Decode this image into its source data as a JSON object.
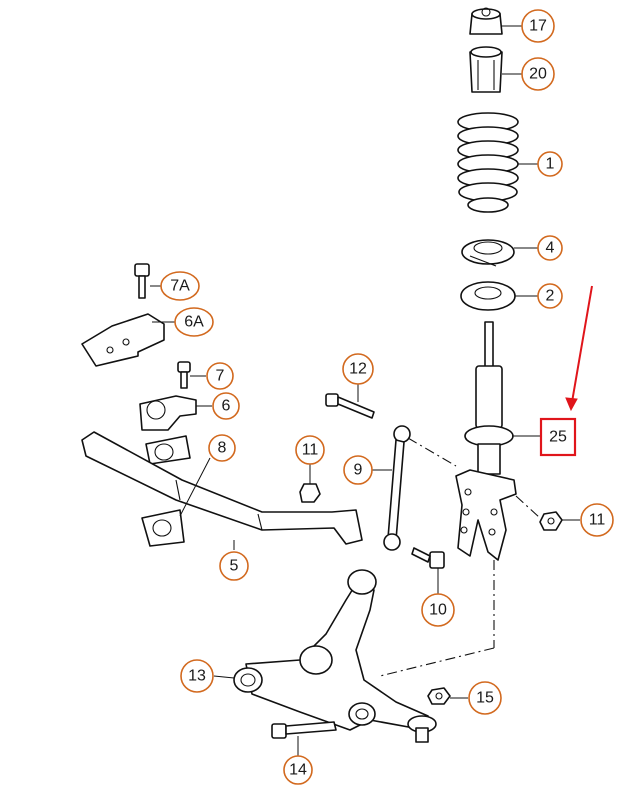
{
  "callouts": {
    "c17": "17",
    "c20": "20",
    "c1": "1",
    "c4": "4",
    "c2": "2",
    "c7A": "7A",
    "c6A": "6A",
    "c7": "7",
    "c6": "6",
    "c12": "12",
    "c8": "8",
    "c11a": "11",
    "c9": "9",
    "c25": "25",
    "c11b": "11",
    "c5": "5",
    "c10": "10",
    "c13": "13",
    "c15": "15",
    "c14": "14"
  },
  "highlight": {
    "color": "#e0151b",
    "target": "25"
  },
  "callout_color": "#d2691e"
}
